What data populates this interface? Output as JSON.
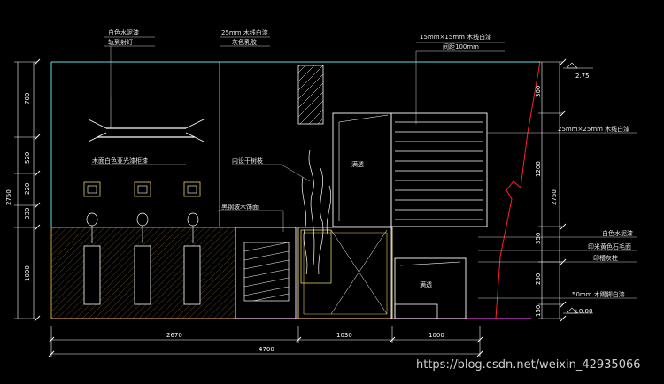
{
  "labels": {
    "white_paint": "白色水泥漆",
    "track_light": "轨到射灯",
    "wood_strip_white": "25mm 木线白漆",
    "gray_emulsion": "灰色乳胶",
    "wood_strip_15": "15mm×15mm 木线白漆",
    "spacing_100": "间距100mm",
    "wood_strip_25_right": "25mm×25mm 木线白漆",
    "wood_veneer": "木面白色亚光漆柜漆",
    "pine_branch": "内设干树枝",
    "black_glass": "黑钢玻木饰面",
    "white_paint_right": "白色水泥漆",
    "gray_stone": "印米黄色石毛面",
    "stone_wall": "印槽灰柱",
    "skirting": "50mm 木踢脚白漆",
    "glass_1": "满透",
    "glass_2": "满透",
    "level_top": "2.75",
    "level_zero": "±0.00"
  },
  "dims_left": [
    "700",
    "520",
    "220",
    "330",
    "1000"
  ],
  "dim_left_total": "2750",
  "dims_right": [
    "300",
    "1200",
    "350",
    "250",
    "150"
  ],
  "dim_right_total": "2750",
  "dims_bottom": [
    "2670",
    "1030",
    "1000"
  ],
  "dim_bottom_total": "4700",
  "watermark": "https://blog.csdn.net/weixin_42935066",
  "colors": {
    "background": "#000000",
    "wall": "#5fe0e0",
    "cabinet": "#c8a040",
    "glass_box": "#e8d060",
    "white_lines": "#ffffff",
    "break_line": "#ff2020",
    "floor_line": "#e040e0"
  }
}
